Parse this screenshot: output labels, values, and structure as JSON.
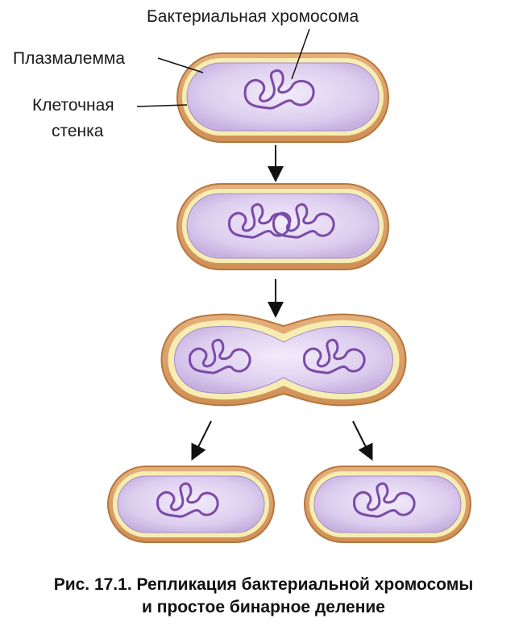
{
  "labels": {
    "chromosome": "Бактериальная хромосома",
    "plasmalemma": "Плазмалемма",
    "cell_wall_line1": "Клеточная",
    "cell_wall_line2": "стенка"
  },
  "caption": {
    "line1": "Рис. 17.1. Репликация бактериальной хромосомы",
    "line2": "и простое бинарное деление"
  },
  "colors": {
    "cell_wall": "#d9a06a",
    "cell_wall_stroke": "#b5763e",
    "membrane": "#f6edb2",
    "cytoplasm": "#d8c8ec",
    "chromosome": "#7a4aa8",
    "arrow": "#111111"
  }
}
